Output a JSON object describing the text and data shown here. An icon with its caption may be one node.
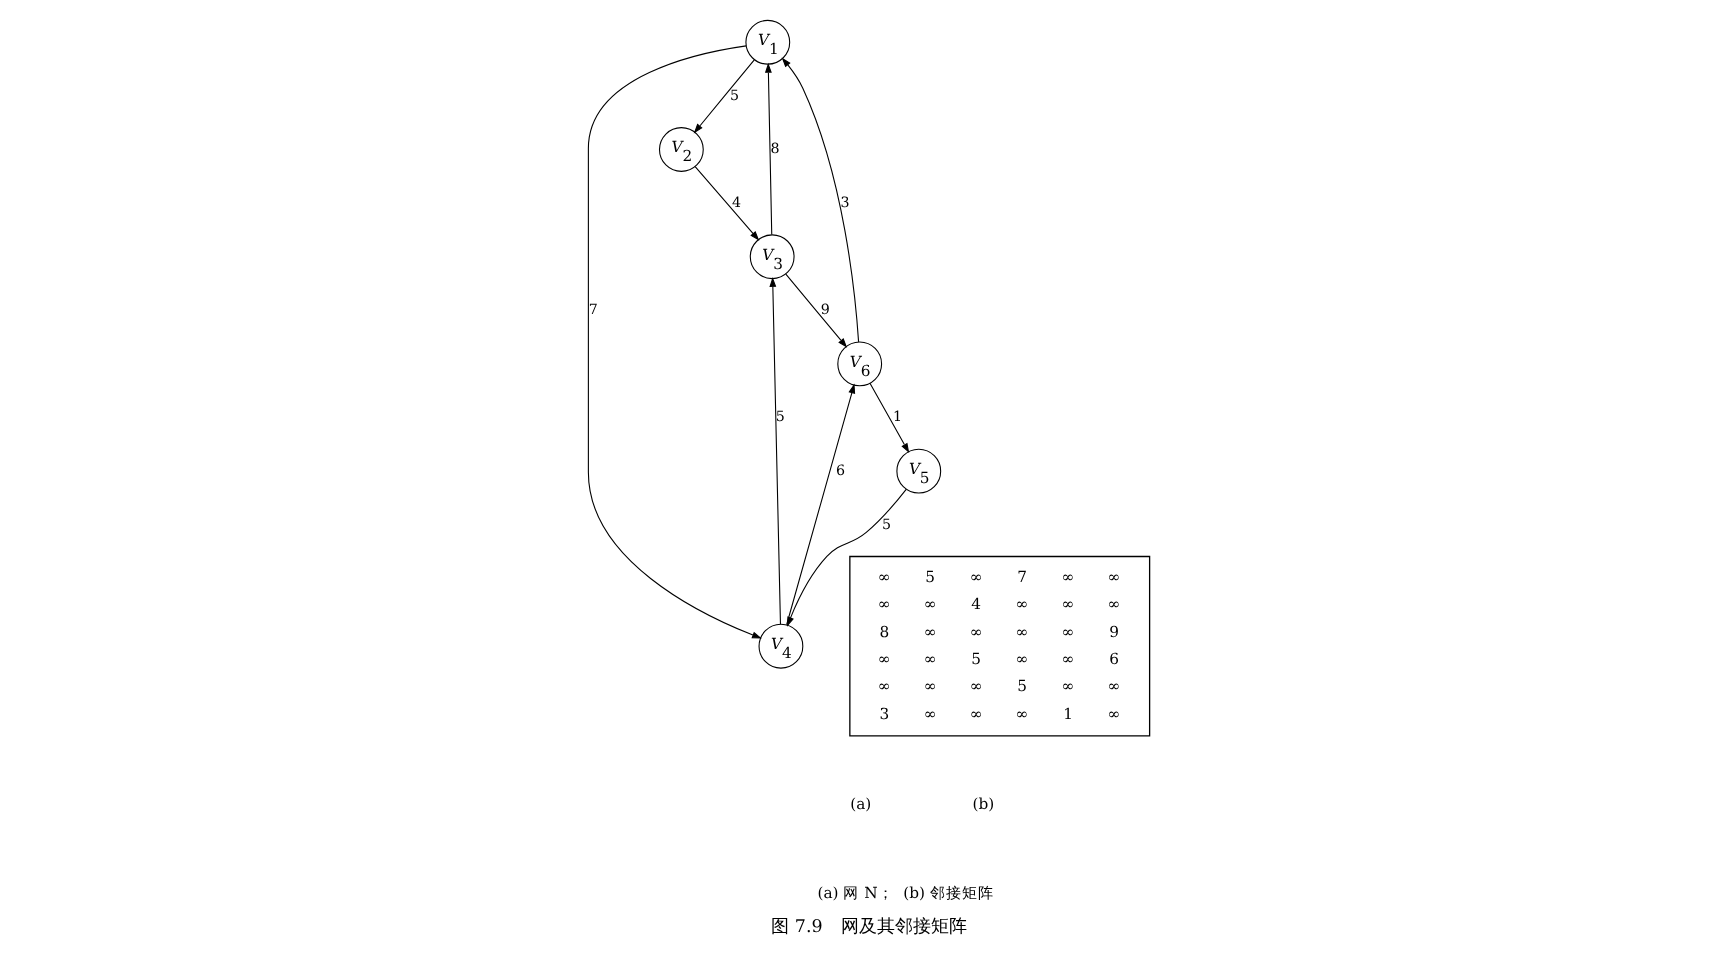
{
  "diagram": {
    "caption": "图 7.9　网及其邻接矩阵",
    "nodes": [
      {
        "text": [
          "V$_{1}$"
        ]
      },
      {
        "text": [
          "V$_{2}$"
        ]
      },
      {
        "text": [
          "V$_{3}$"
        ]
      },
      {
        "text": [
          "V$_{4}$"
        ]
      },
      {
        "text": [
          "V$_{5}$"
        ]
      },
      {
        "text": [
          "V$_{6}$"
        ]
      }
    ],
    "edges": [
      {
        "from": 0,
        "to": 1,
        "arrow": "to",
        "label": "5"
      },
      {
        "from": 0,
        "to": 3,
        "arrow": "to",
        "label": "7"
      },
      {
        "from": 1,
        "to": 2,
        "arrow": "to",
        "label": "4"
      },
      {
        "from": 2,
        "to": 0,
        "arrow": "to",
        "label": "8"
      },
      {
        "from": 2,
        "to": 5,
        "arrow": "to",
        "label": "9"
      },
      {
        "from": 3,
        "to": 2,
        "arrow": "to",
        "label": "5"
      },
      {
        "from": 3,
        "to": 5,
        "arrow": "to",
        "label": "6"
      },
      {
        "from": 4,
        "to": 3,
        "arrow": "to",
        "label": "5"
      },
      {
        "from": 5,
        "to": 0,
        "arrow": "to",
        "label": "3"
      },
      {
        "from": 5,
        "to": 4,
        "arrow": "to",
        "label": "1"
      }
    ],
    "labels": [
      "(a)",
      "∞",
      "5",
      "∞",
      "7",
      "∞",
      "∞",
      "∞",
      "∞",
      "4",
      "∞",
      "∞",
      "∞",
      "8",
      "∞",
      "∞",
      "∞",
      "∞",
      "9",
      "∞",
      "∞",
      "5",
      "∞",
      "∞",
      "6",
      "∞",
      "∞",
      "∞",
      "5",
      "∞",
      "∞",
      "3",
      "∞",
      "∞",
      "∞",
      "1",
      "∞",
      "(b)",
      "(a) 网 N；  (b) 邻接矩阵"
    ]
  }
}
